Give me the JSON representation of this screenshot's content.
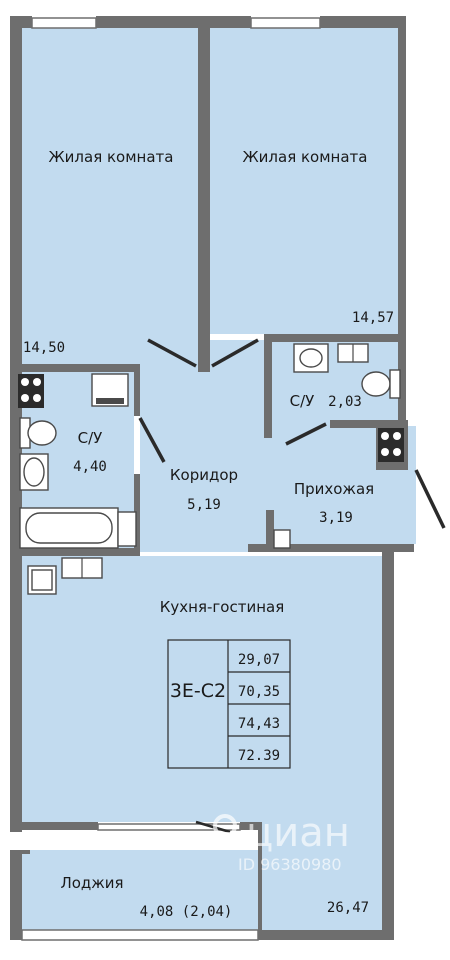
{
  "rooms": {
    "living1": {
      "name": "Жилая комната",
      "area": "14,50"
    },
    "living2": {
      "name": "Жилая комната",
      "area": "14,57"
    },
    "bath_big": {
      "name": "С/У",
      "area": "4,40"
    },
    "bath_small": {
      "name": "С/У",
      "area": "2,03"
    },
    "corridor": {
      "name": "Коридор",
      "area": "5,19"
    },
    "hall": {
      "name": "Прихожая",
      "area": "3,19"
    },
    "kitchen": {
      "name": "Кухня-гостиная",
      "area": "26,47"
    },
    "loggia": {
      "name": "Лоджия",
      "area": "4,08 (2,04)"
    }
  },
  "spec": {
    "code": "3Е-С2",
    "values": [
      "29,07",
      "70,35",
      "74,43",
      "72.39"
    ]
  },
  "watermark": {
    "brand": "циан",
    "id": "ID 96380980"
  },
  "colors": {
    "floor": "#c2dbef",
    "wall": "#6e6e6e"
  }
}
